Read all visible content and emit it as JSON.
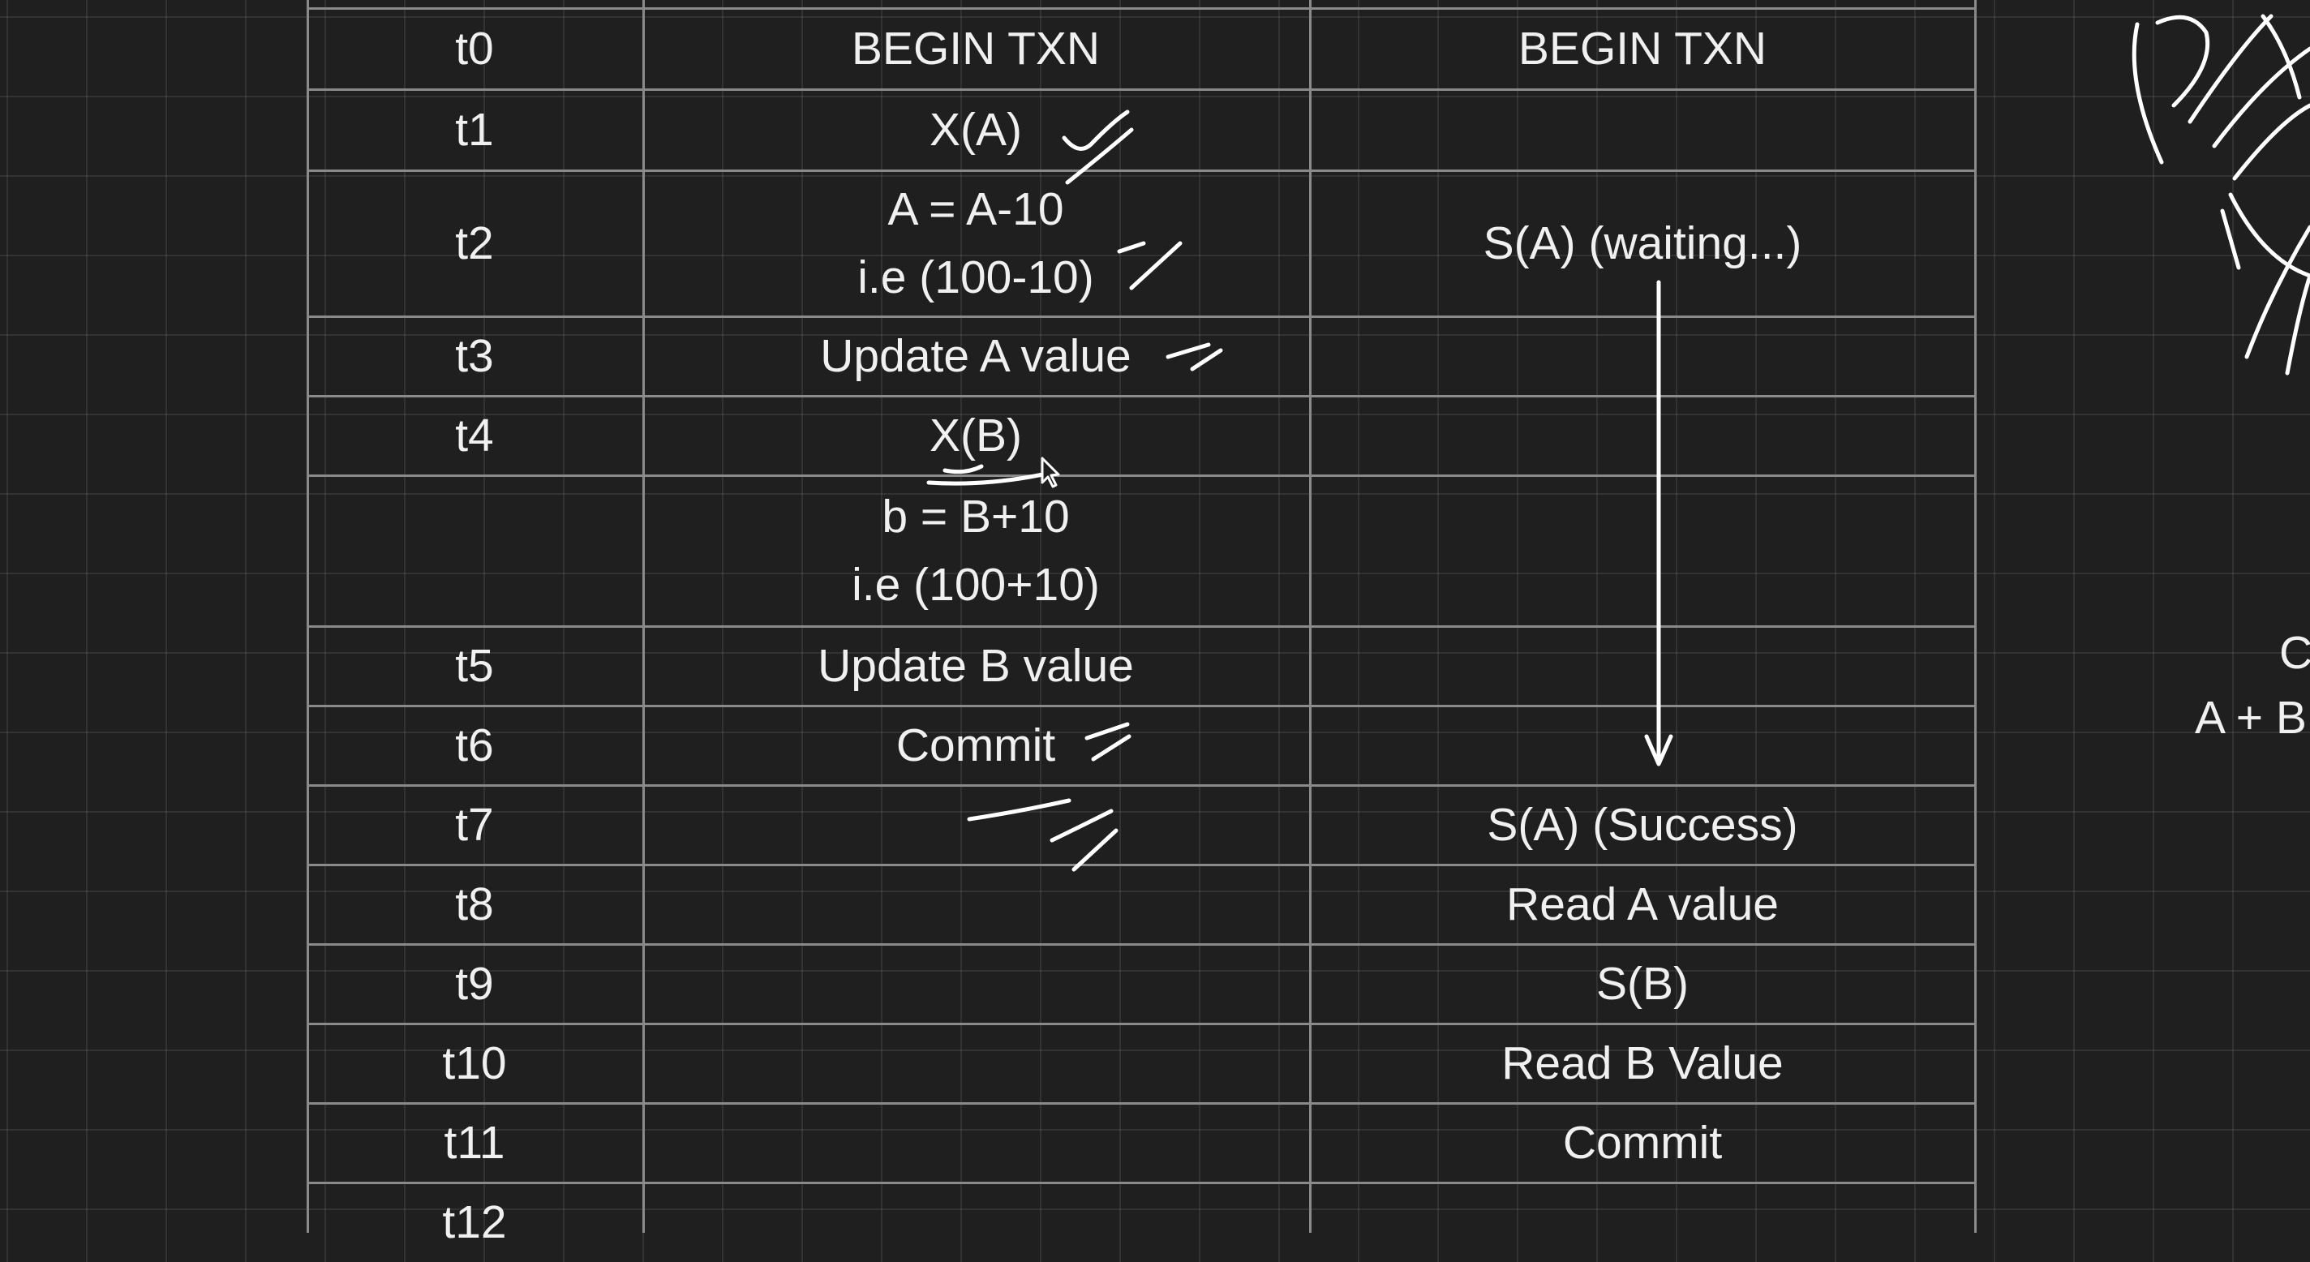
{
  "rows": [
    {
      "time": "t0",
      "t1": [
        "BEGIN TXN"
      ],
      "t2": [
        "BEGIN TXN"
      ]
    },
    {
      "time": "t1",
      "t1": [
        "X(A)"
      ],
      "t2": []
    },
    {
      "time": "t2",
      "t1": [
        "A = A-10",
        "i.e (100-10)"
      ],
      "t2": [
        "S(A)  (waiting...)"
      ]
    },
    {
      "time": "t3",
      "t1": [
        "Update A value"
      ],
      "t2": []
    },
    {
      "time": "t4",
      "t1": [
        "X(B)"
      ],
      "t2": []
    },
    {
      "time": "",
      "t1": [
        "b = B+10",
        "i.e (100+10)"
      ],
      "t2": []
    },
    {
      "time": "t5",
      "t1": [
        "Update B value"
      ],
      "t2": []
    },
    {
      "time": "t6",
      "t1": [
        "Commit"
      ],
      "t2": []
    },
    {
      "time": "t7",
      "t1": [],
      "t2": [
        "S(A) (Success)"
      ]
    },
    {
      "time": "t8",
      "t1": [],
      "t2": [
        "Read A value"
      ]
    },
    {
      "time": "t9",
      "t1": [],
      "t2": [
        "S(B)"
      ]
    },
    {
      "time": "t10",
      "t1": [],
      "t2": [
        "Read B Value"
      ]
    },
    {
      "time": "t11",
      "t1": [],
      "t2": [
        "Commit"
      ]
    },
    {
      "time": "t12",
      "t1": [],
      "t2": []
    }
  ],
  "side_notes": {
    "c": "C",
    "sum": "A + B"
  },
  "colors": {
    "background": "#1f1f1f",
    "grid": "#8a8a8a",
    "text": "#f0f0f0",
    "ink": "#ffffff"
  }
}
